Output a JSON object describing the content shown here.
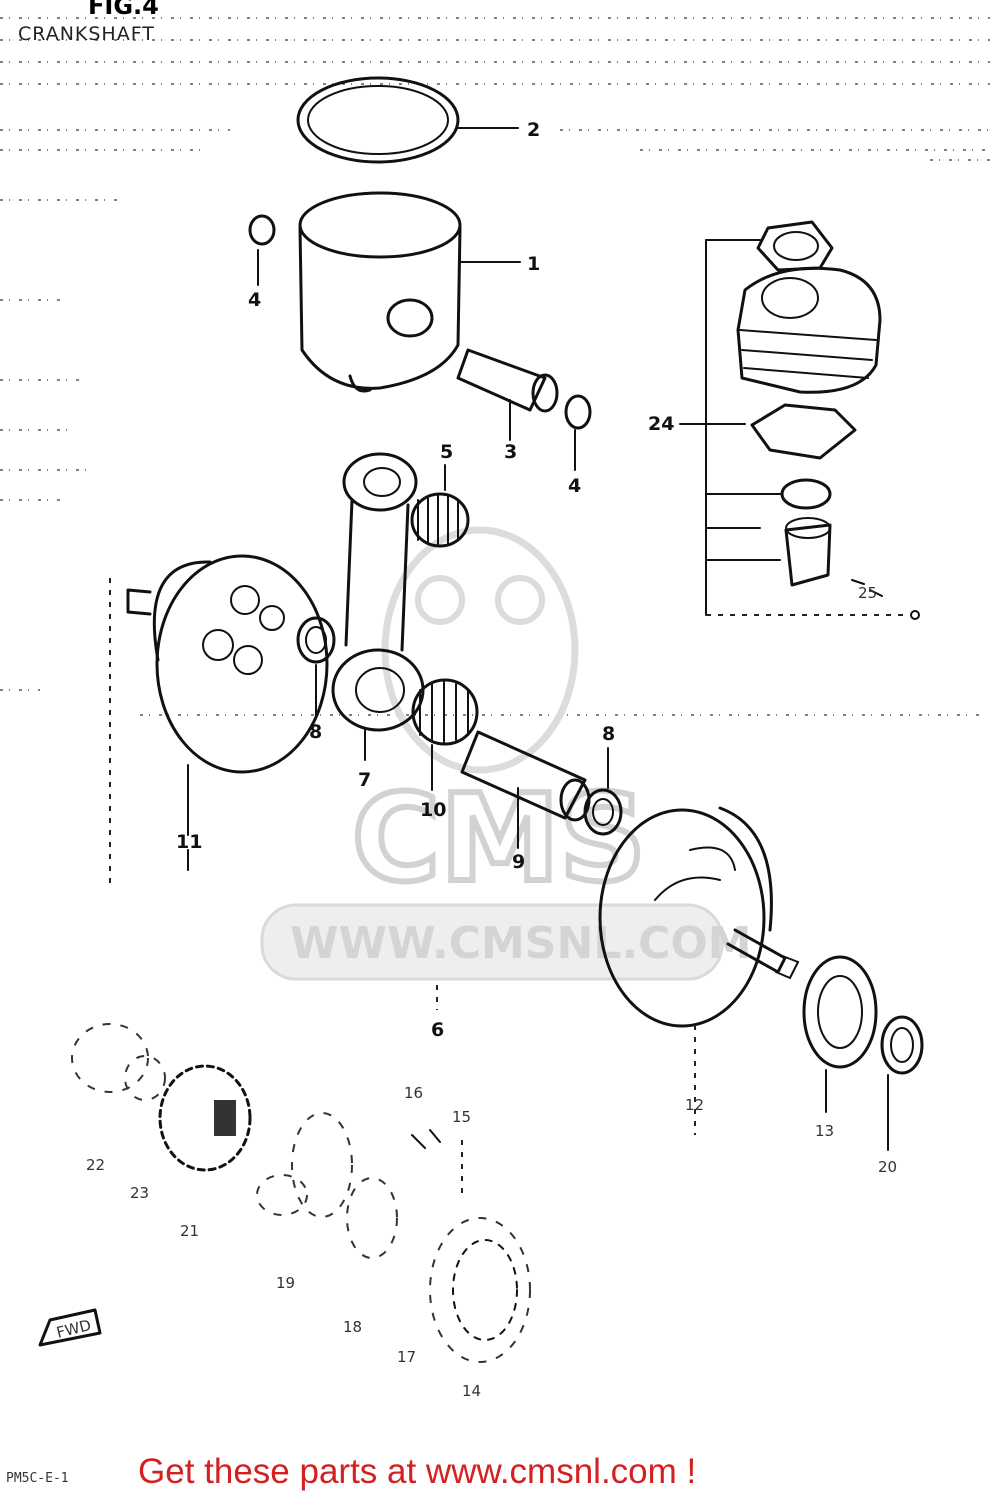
{
  "header": {
    "fig_label": "FIG.4",
    "title": "CRANKSHAFT"
  },
  "watermark": {
    "brand": "CMS",
    "url": "WWW.CMSNL.COM"
  },
  "callouts": {
    "c1": "1",
    "c2": "2",
    "c3": "3",
    "c4a": "4",
    "c4b": "4",
    "c5": "5",
    "c6": "6",
    "c7": "7",
    "c8a": "8",
    "c8b": "8",
    "c9": "9",
    "c10": "10",
    "c11": "11",
    "c12": "12",
    "c13": "13",
    "c14": "14",
    "c15": "15",
    "c16": "16",
    "c17": "17",
    "c18": "18",
    "c19": "19",
    "c20": "20",
    "c21": "21",
    "c22": "22",
    "c23": "23",
    "c24": "24",
    "c25": "25",
    "cfwd": "FWD"
  },
  "footer": {
    "page_code": "PM5C-E-1",
    "call_to_action": "Get these parts at www.cmsnl.com !"
  },
  "colors": {
    "cta": "#d42020",
    "watermark": "#d4d4d4",
    "ink": "#111111"
  }
}
